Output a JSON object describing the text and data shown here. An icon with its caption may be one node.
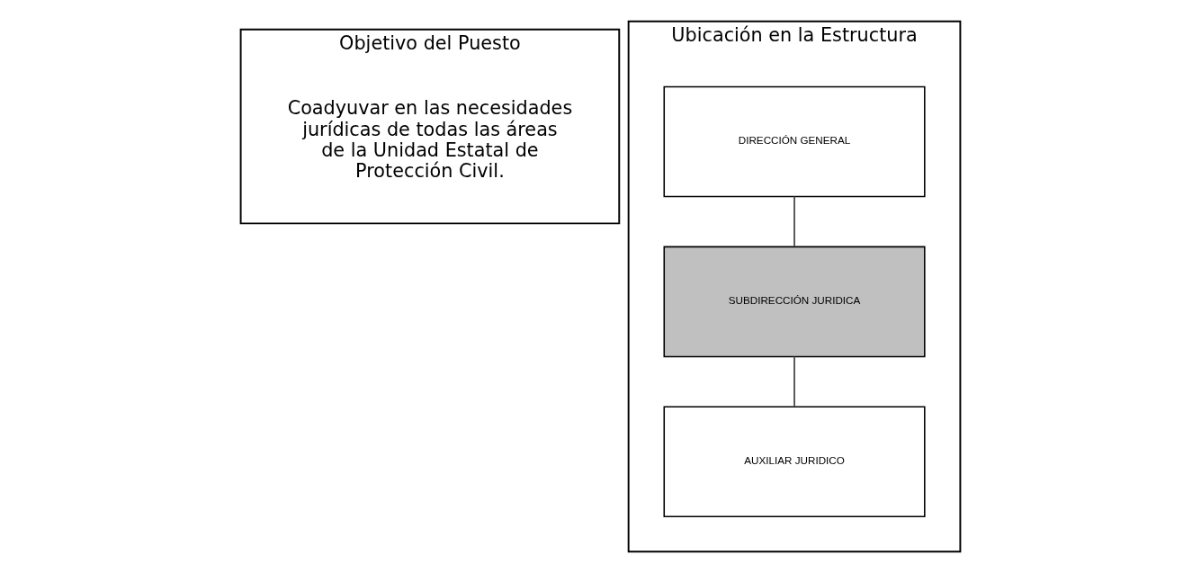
{
  "diagram": {
    "nodes": [
      {
        "text": [
          "Objetivo del Puesto"
        ]
      },
      {
        "text": [
          "Coadyuvar en las necesidades jurídicas de todas las áreas de la Unidad Estatal de Protección Civil."
        ],
        "in": 0
      },
      {
        "text": [
          "Ubicación en la Estructura"
        ]
      },
      {
        "text": [
          "DIRECCIÓN GENERAL"
        ],
        "in": 2
      },
      {
        "text": [
          "SUBDIRECCIÓN JURIDICA"
        ],
        "in": 2
      },
      {
        "text": [
          "AUXILIAR JURIDICO"
        ],
        "in": 2
      }
    ],
    "edges": [
      {
        "from": 3,
        "to": 4,
        "arrow": "none"
      },
      {
        "from": 4,
        "to": 5,
        "arrow": "none"
      }
    ]
  }
}
